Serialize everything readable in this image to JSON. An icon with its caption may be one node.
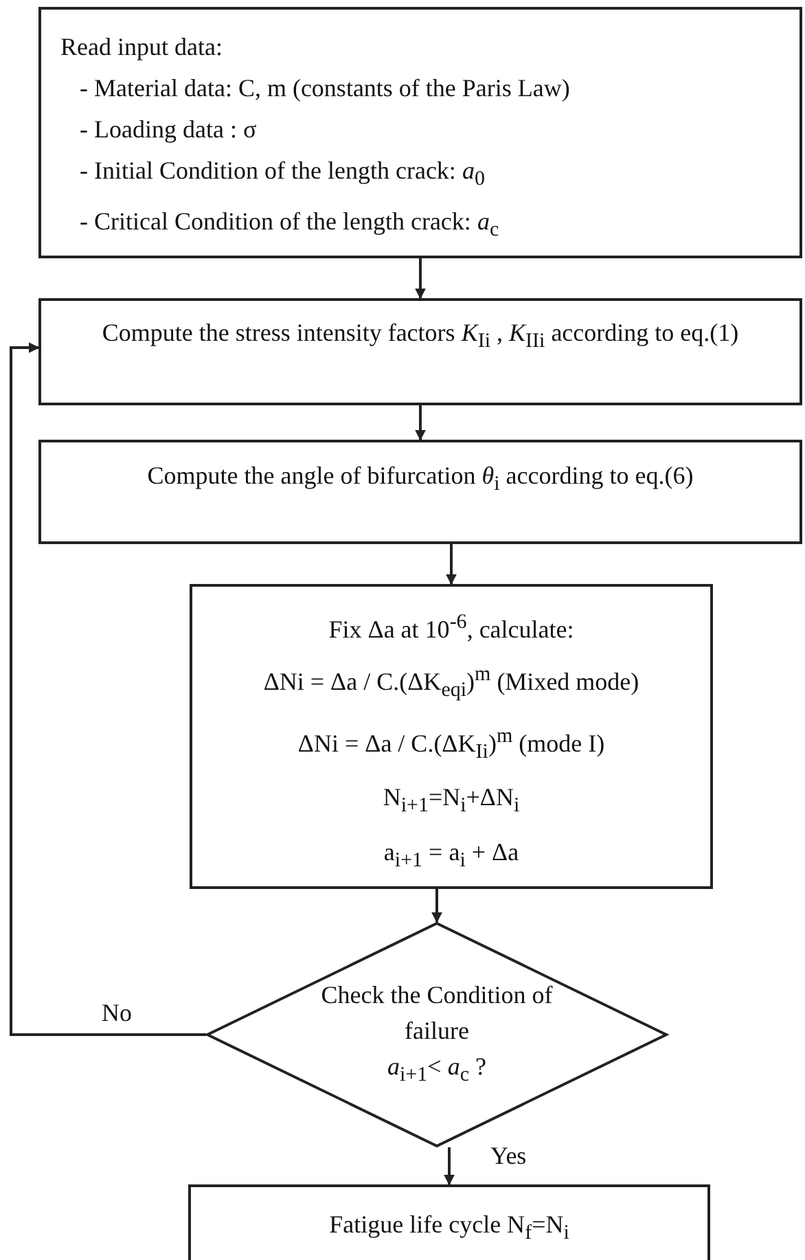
{
  "diagram": {
    "nodes": [
      {
        "text": [
          "Read input data:",
          "- Material data: C, m (constants of the Paris Law)",
          "- Loading data : σ",
          "- Initial  Condition of the length crack: *a*$_{0}$",
          "- Critical Condition of the length crack: *a*$_{c}$"
        ]
      },
      {
        "text": [
          "Compute the stress intensity factors  *K*$_{Ii}$ , *K*$_{IIi}$ according to eq.(1)"
        ]
      },
      {
        "text": [
          "Compute the angle of  bifurcation *θ*$_{i}$ according to eq.(6)"
        ]
      },
      {
        "text": [
          "Fix Δa at 10$^{-6}$,  calculate:",
          "ΔNi = Δa / C.(ΔK$_{eqi}$)$^{m}$  (Mixed mode)",
          "ΔNi = Δa / C.(ΔK$_{Ii}$)$^{m}$  (mode I)",
          "N$_{i+1}$=N$_{i}$+ΔN$_{i}$",
          "a$_{i+1}$ = a$_{i}$ + Δa"
        ]
      },
      {
        "text": [
          "Check the Condition of failure",
          "*a*$_{i+1}$< *a*$_{c}$ ?"
        ]
      },
      {
        "text": [
          "Fatigue life cycle  N$_{f}$=N$_{i}$"
        ]
      }
    ],
    "edges": [
      {
        "from": 0,
        "to": 1,
        "arrow": "to"
      },
      {
        "from": 1,
        "to": 2,
        "arrow": "to"
      },
      {
        "from": 2,
        "to": 3,
        "arrow": "to"
      },
      {
        "from": 3,
        "to": 4,
        "arrow": "to"
      },
      {
        "from": 4,
        "to": 1,
        "arrow": "to",
        "label": "No"
      },
      {
        "from": 4,
        "to": 5,
        "arrow": "to",
        "label": "Yes"
      }
    ]
  }
}
